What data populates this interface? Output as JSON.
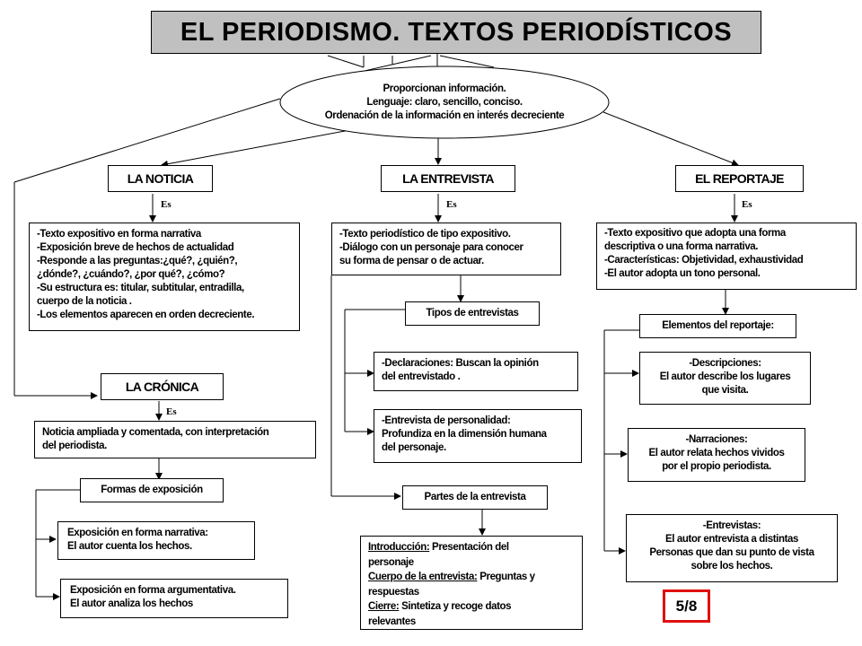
{
  "title": "EL PERIODISMO.  TEXTOS PERIODÍSTICOS",
  "ellipse": {
    "lines": [
      "Proporcionan información.",
      "Lenguaje: claro, sencillo, conciso.",
      "Ordenación de la información en interés  decreciente"
    ]
  },
  "connector_label": "Es",
  "noticia": {
    "heading": "LA NOTICIA",
    "lines": [
      "-Texto expositivo en forma narrativa",
      "-Exposición breve de hechos de actualidad",
      "-Responde a las preguntas:¿qué?, ¿quién?,",
      "¿dónde?, ¿cuándo?, ¿por qué?, ¿cómo?",
      "-Su estructura  es: titular, subtitular, entradilla,",
      "cuerpo de la noticia .",
      "-Los elementos aparecen en orden decreciente."
    ]
  },
  "cronica": {
    "heading": "LA CRÓNICA",
    "lines": [
      "Noticia ampliada y comentada, con interpretación",
      "del periodista."
    ],
    "formas_heading": "Formas de exposición",
    "formas": [
      {
        "title": "Exposición en forma narrativa:",
        "text": "El autor cuenta  los hechos."
      },
      {
        "title": "Exposición en forma argumentativa.",
        "text": "El autor analiza  los hechos"
      }
    ]
  },
  "entrevista": {
    "heading": "LA ENTREVISTA",
    "lines": [
      "-Texto periodístico de tipo expositivo.",
      "-Diálogo con un personaje para conocer",
      "su forma de pensar o de actuar."
    ],
    "tipos_heading": "Tipos de entrevistas",
    "tipos": [
      {
        "title": "-Declaraciones:",
        "text": " Buscan la opinión",
        "rest": "del entrevistado ."
      },
      {
        "title": "-Entrevista de personalidad:",
        "text": "",
        "rest": "Profundiza en la dimensión humana",
        "rest2": "del personaje."
      }
    ],
    "partes_heading": "Partes de la entrevista",
    "partes": [
      {
        "label": "Introducción:",
        "text": " Presentación del",
        "cont": "personaje"
      },
      {
        "label": "Cuerpo de la entrevista:",
        "text": "  Preguntas y",
        "cont": "respuestas"
      },
      {
        "label": "Cierre:",
        "text": " Sintetiza y recoge datos",
        "cont": "relevantes"
      }
    ]
  },
  "reportaje": {
    "heading": "EL REPORTAJE",
    "lines": [
      "-Texto expositivo que adopta una forma",
      "descriptiva  o una forma  narrativa.",
      "-Características:  Objetividad,  exhaustividad",
      "-El autor adopta un tono  personal."
    ],
    "elementos_heading": "Elementos del reportaje:",
    "elementos": [
      {
        "title": "-Descripciones:",
        "lines": [
          "El autor describe los lugares",
          "que visita."
        ]
      },
      {
        "title": "-Narraciones:",
        "lines": [
          "El autor relata  hechos vividos",
          "por el propio periodista."
        ]
      },
      {
        "title": "-Entrevistas:",
        "lines": [
          "El autor entrevista a distintas",
          "Personas que dan su punto de vista",
          "sobre los hechos."
        ]
      }
    ]
  },
  "page_indicator": "5/8",
  "colors": {
    "title_bg": "#c0c0c0",
    "page_border": "#e01010"
  }
}
